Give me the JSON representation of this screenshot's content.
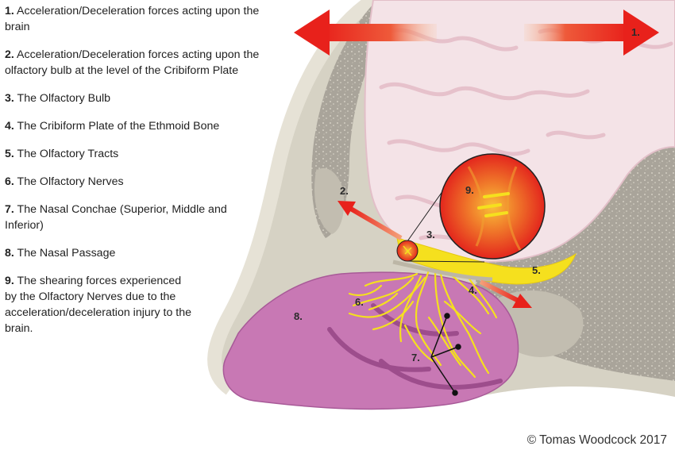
{
  "legend": [
    {
      "num": "1.",
      "text": "Acceleration/Deceleration forces acting upon the brain"
    },
    {
      "num": "2.",
      "text": "Acceleration/Deceleration forces acting upon the olfactory bulb at the level of the Cribiform Plate"
    },
    {
      "num": "3.",
      "text": "The Olfactory Bulb"
    },
    {
      "num": "4.",
      "text": "The Cribiform Plate of the Ethmoid Bone"
    },
    {
      "num": "5.",
      "text": "The Olfactory Tracts"
    },
    {
      "num": "6.",
      "text": "The Olfactory Nerves"
    },
    {
      "num": "7.",
      "text": "The Nasal Conchae (Superior, Middle and Inferior)"
    },
    {
      "num": "8.",
      "text": "The Nasal Passage"
    },
    {
      "num": "9.",
      "text": "The shearing forces experienced by the Olfactory Nerves due to the acceleration/deceleration injury to the brain."
    }
  ],
  "labels": {
    "l1": "1.",
    "l2": "2.",
    "l3": "3.",
    "l4": "4.",
    "l5": "5.",
    "l6": "6.",
    "l7": "7.",
    "l8": "8.",
    "l9": "9."
  },
  "credit": "© Tomas Woodcock 2017",
  "colors": {
    "bone": "#d6d2c4",
    "sinus": "#a9a49a",
    "brain": "#f4e3e7",
    "gyri": "#e7c3cc",
    "nasal": "#c878b4",
    "nerve": "#f5e01e",
    "arrow": "#e8211b"
  }
}
